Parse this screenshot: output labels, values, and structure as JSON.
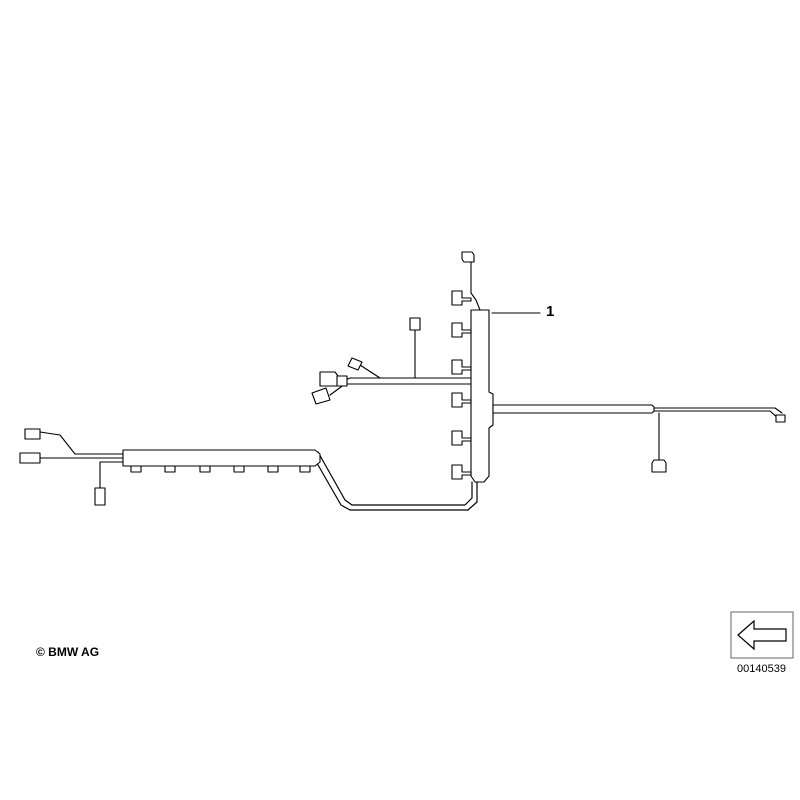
{
  "diagram": {
    "part_label": "1",
    "copyright": "© BMW AG",
    "diagram_id": "00140539"
  },
  "navigation": {
    "icon": "left-arrow-icon"
  }
}
